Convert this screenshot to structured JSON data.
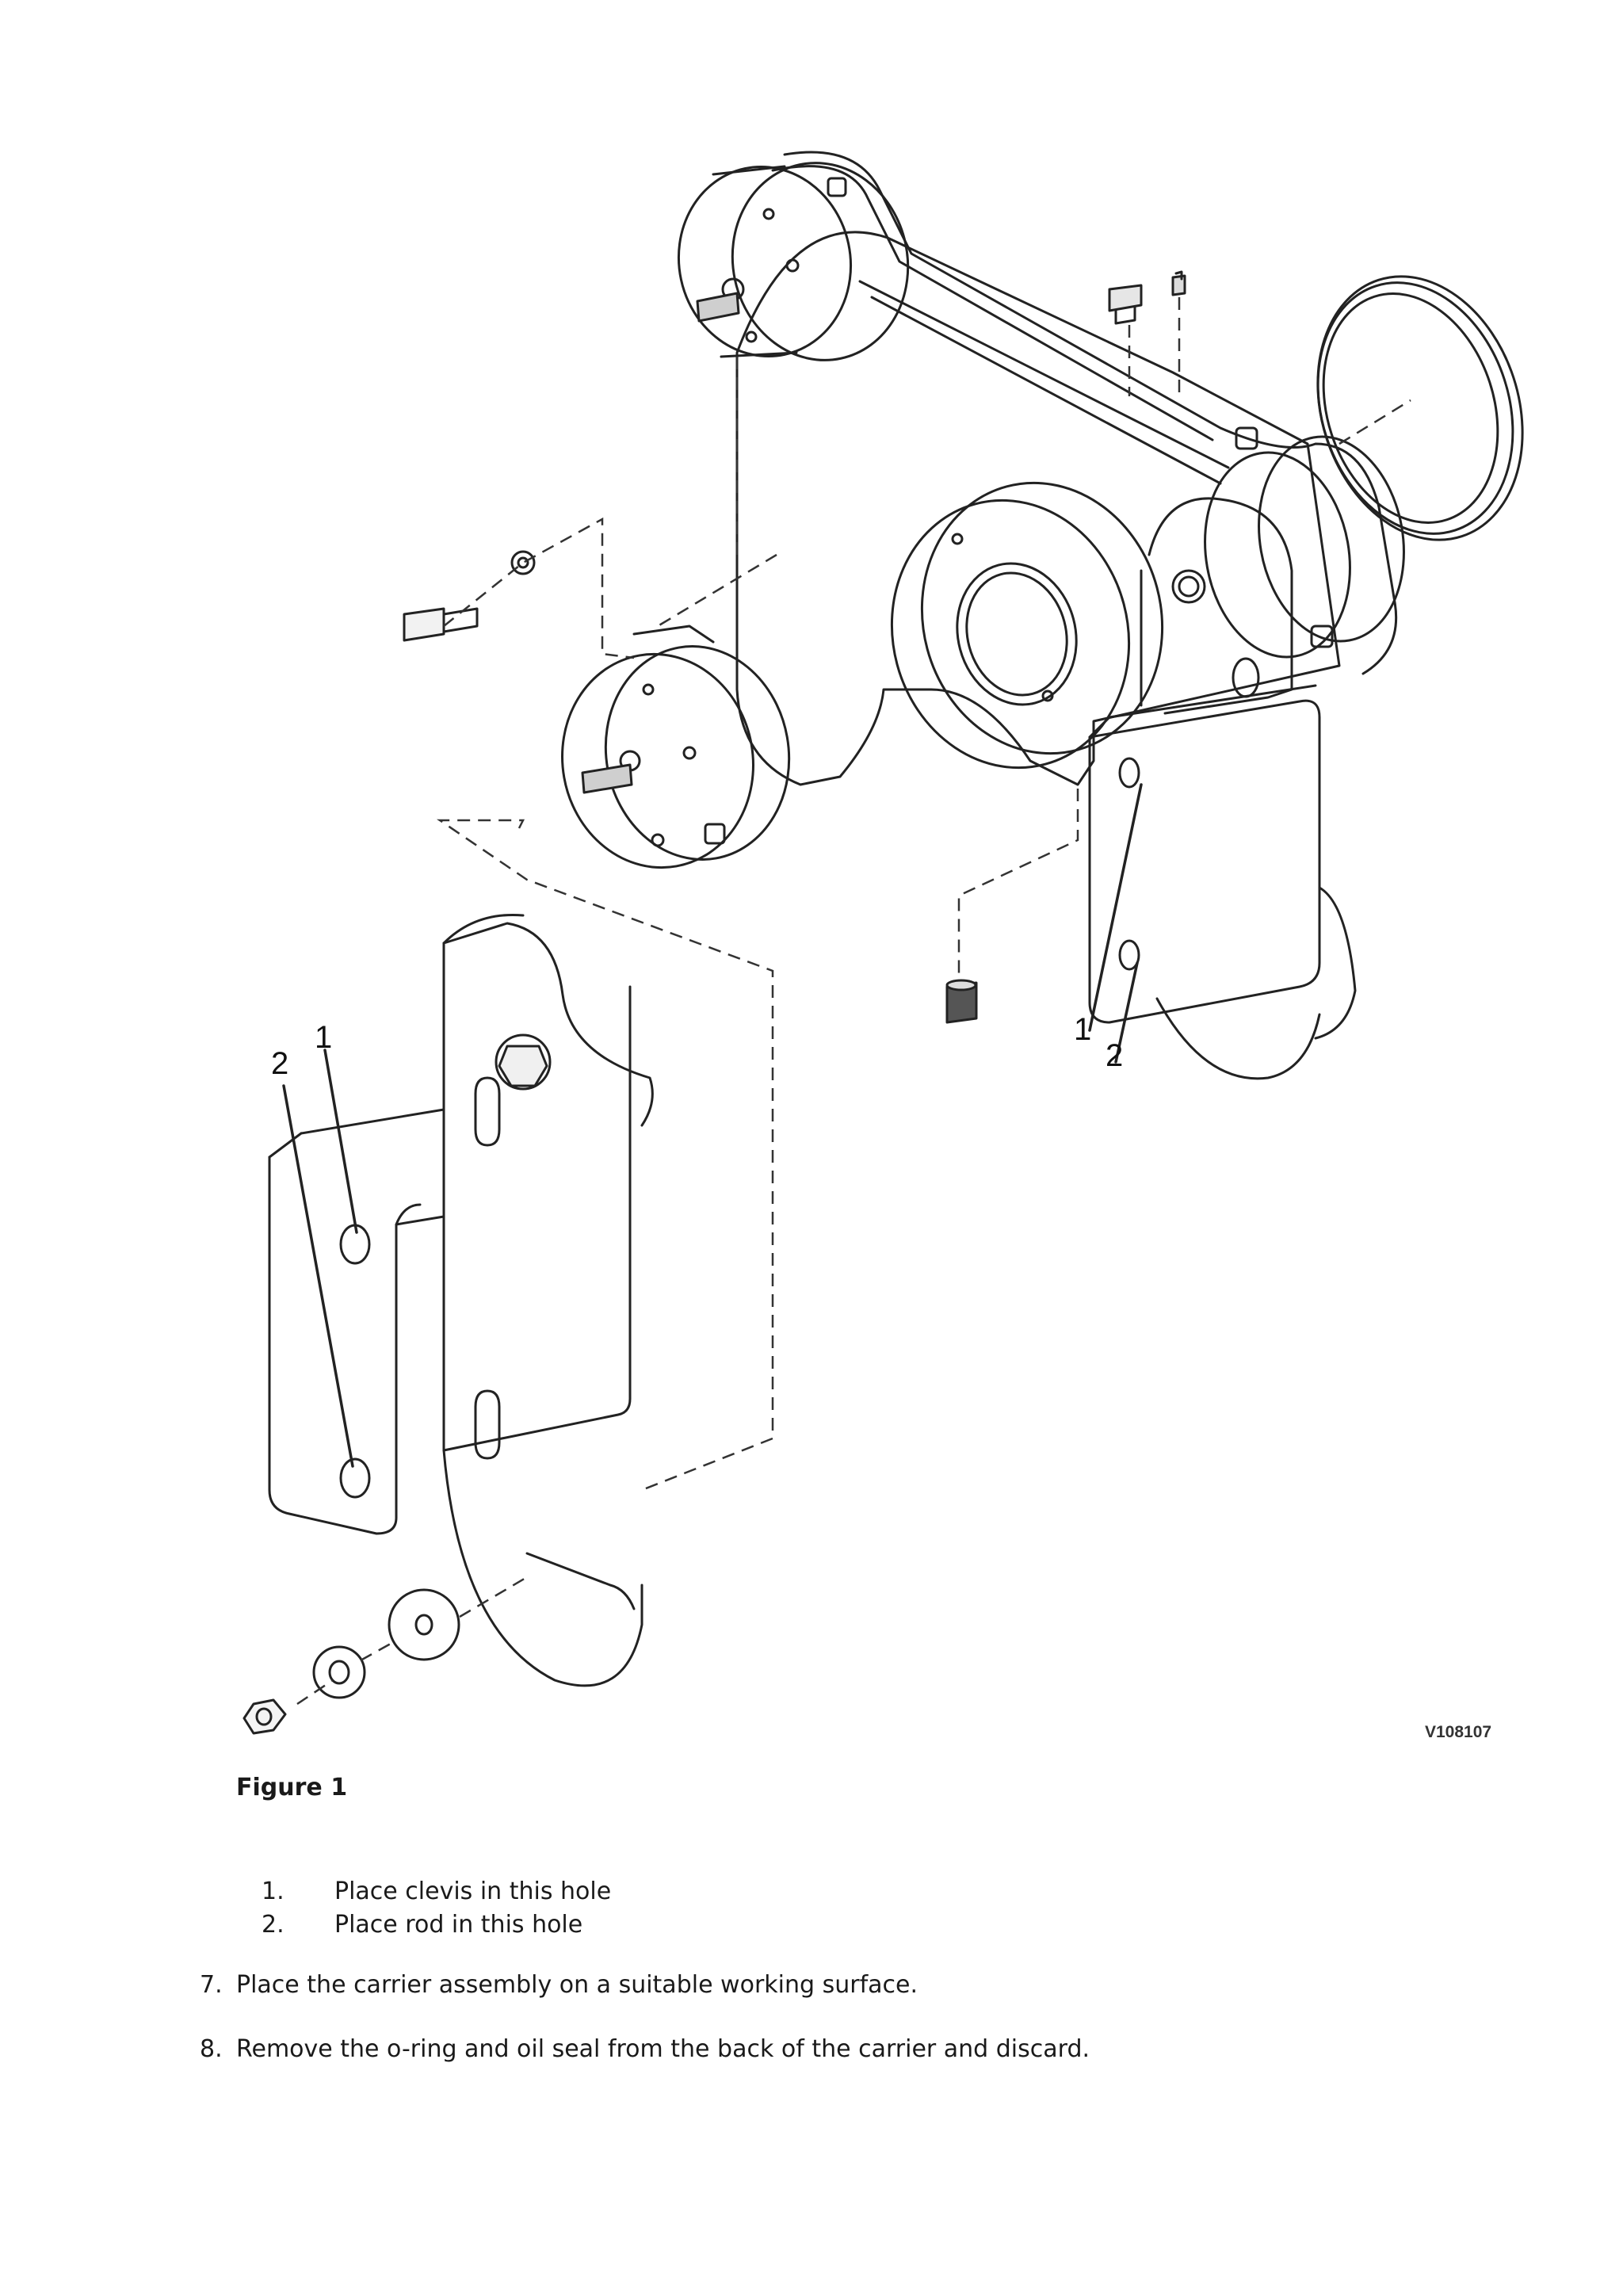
{
  "figure": {
    "callout_1": "1",
    "callout_2": "2",
    "code": "V108107",
    "caption": "Figure 1"
  },
  "callout_list": [
    {
      "num": "1.",
      "text": "Place clevis in this hole"
    },
    {
      "num": "2.",
      "text": "Place rod in this hole"
    }
  ],
  "steps": [
    {
      "num": "7.",
      "text": "Place the carrier assembly on a suitable working surface."
    },
    {
      "num": "8.",
      "text": "Remove the o-ring and oil seal from the back of the carrier and discard."
    }
  ]
}
